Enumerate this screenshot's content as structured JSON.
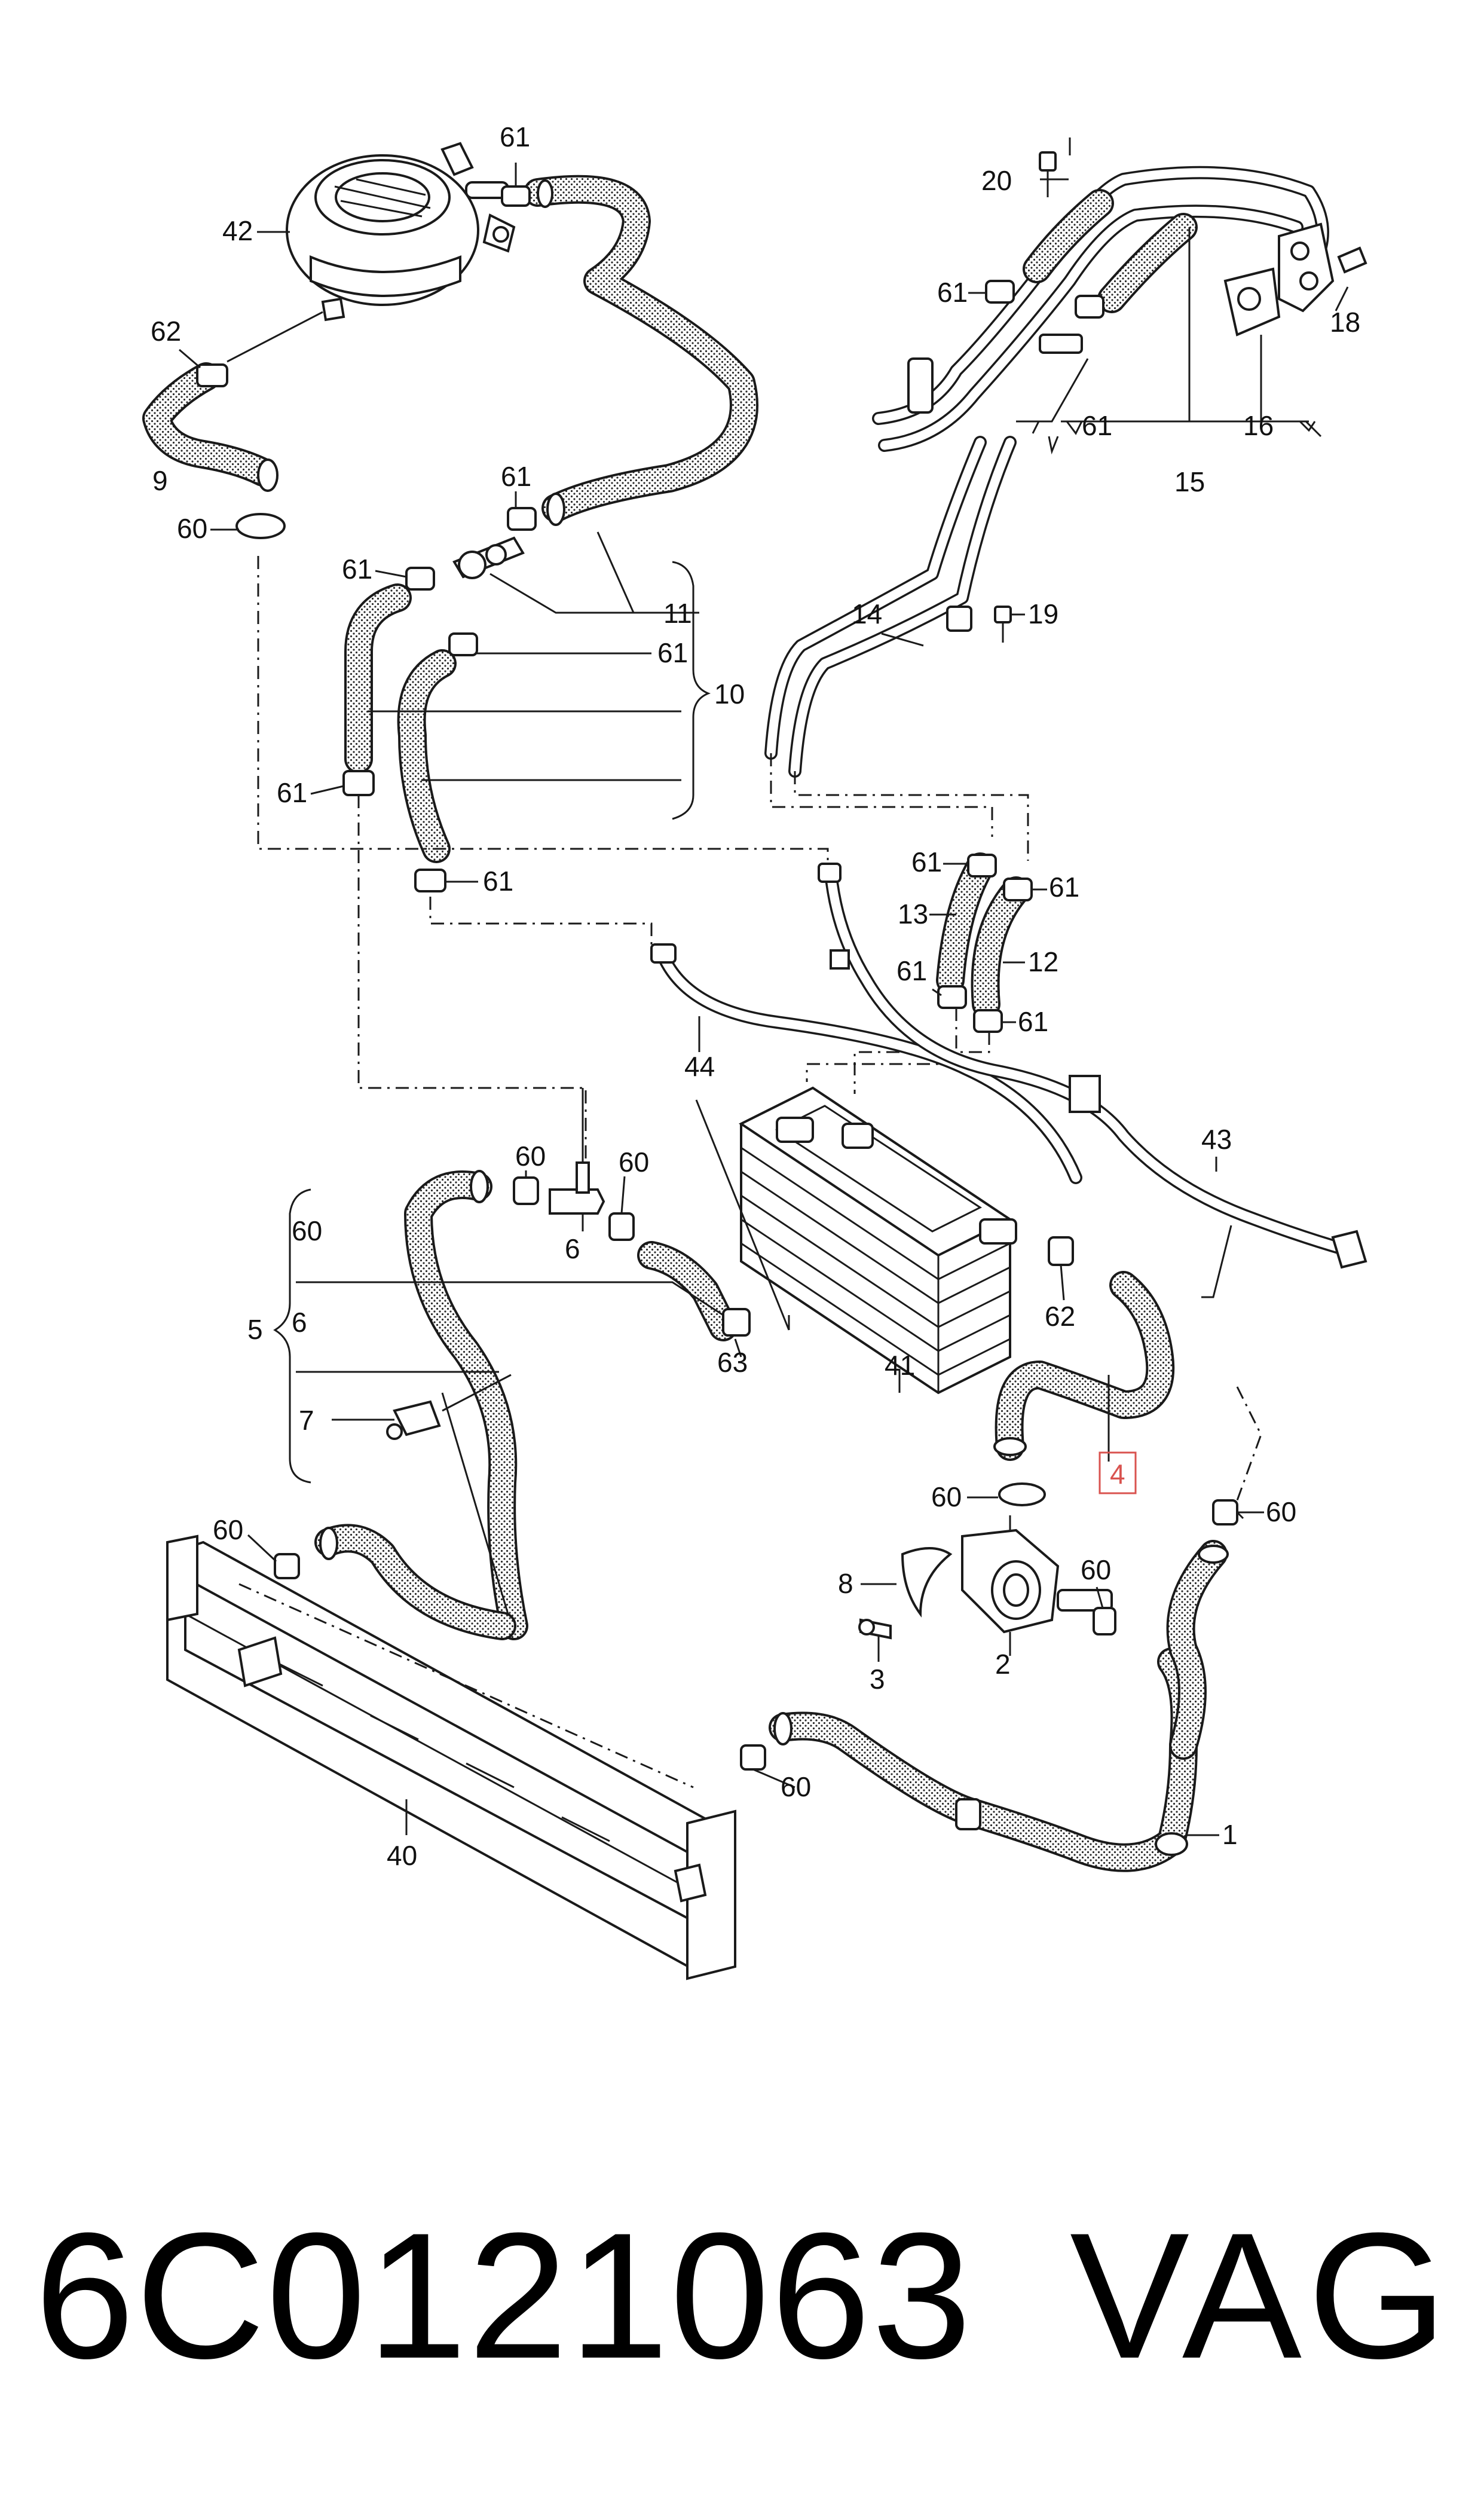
{
  "callouts": [
    {
      "id": "c61a",
      "text": "61"
    },
    {
      "id": "c42",
      "text": "42"
    },
    {
      "id": "c62a",
      "text": "62"
    },
    {
      "id": "c9",
      "text": "9"
    },
    {
      "id": "c60a",
      "text": "60"
    },
    {
      "id": "c61b",
      "text": "61"
    },
    {
      "id": "c61c",
      "text": "61"
    },
    {
      "id": "c11",
      "text": "11"
    },
    {
      "id": "c61d",
      "text": "61"
    },
    {
      "id": "c10",
      "text": "10"
    },
    {
      "id": "c61e",
      "text": "61"
    },
    {
      "id": "c61f",
      "text": "61"
    },
    {
      "id": "c20",
      "text": "20"
    },
    {
      "id": "c61g",
      "text": "61"
    },
    {
      "id": "c61h",
      "text": "61"
    },
    {
      "id": "c16",
      "text": "16"
    },
    {
      "id": "c18",
      "text": "18"
    },
    {
      "id": "c15",
      "text": "15"
    },
    {
      "id": "c14",
      "text": "14"
    },
    {
      "id": "c19",
      "text": "19"
    },
    {
      "id": "c61i",
      "text": "61"
    },
    {
      "id": "c61j",
      "text": "61"
    },
    {
      "id": "c13",
      "text": "13"
    },
    {
      "id": "c12",
      "text": "12"
    },
    {
      "id": "c61k",
      "text": "61"
    },
    {
      "id": "c61l",
      "text": "61"
    },
    {
      "id": "c44",
      "text": "44"
    },
    {
      "id": "c43",
      "text": "43"
    },
    {
      "id": "c60b",
      "text": "60"
    },
    {
      "id": "c60c",
      "text": "60"
    },
    {
      "id": "c6a",
      "text": "6"
    },
    {
      "id": "c60d",
      "text": "60"
    },
    {
      "id": "c6b",
      "text": "6"
    },
    {
      "id": "c5",
      "text": "5"
    },
    {
      "id": "c63",
      "text": "63"
    },
    {
      "id": "c7",
      "text": "7"
    },
    {
      "id": "c41",
      "text": "41"
    },
    {
      "id": "c62b",
      "text": "62"
    },
    {
      "id": "c4",
      "text": "4"
    },
    {
      "id": "c60e",
      "text": "60"
    },
    {
      "id": "c60f",
      "text": "60"
    },
    {
      "id": "c8",
      "text": "8"
    },
    {
      "id": "c60g",
      "text": "60"
    },
    {
      "id": "c2",
      "text": "2"
    },
    {
      "id": "c3",
      "text": "3"
    },
    {
      "id": "c60h",
      "text": "60"
    },
    {
      "id": "c60i",
      "text": "60"
    },
    {
      "id": "c1",
      "text": "1"
    },
    {
      "id": "c40",
      "text": "40"
    }
  ],
  "highlighted_callout": "4",
  "footer": {
    "part_number": "6C0121063",
    "brand": "VAG"
  }
}
